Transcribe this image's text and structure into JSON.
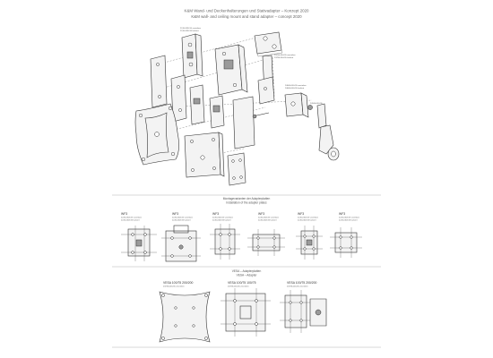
{
  "header": {
    "title_de": "K&M Wand- und Deckenhalterungen und Stativadapter – Konzept 2020",
    "title_en": "K&M wall- and ceiling mount and stand adapter – concept 2020"
  },
  "exploded_callouts": {
    "top_left_1": "22,60-305-55 verzinken",
    "top_left_2": "22,60-305-55 lackiert",
    "top_right_1": "23780-304-55 verzinken",
    "top_right_2": "23780-304-55 lackiert",
    "mid_right_1": "24000-000-55 verzinken",
    "mid_right_2": "24000-000-55 lackiert",
    "adapter": "24160-000-55"
  },
  "adapter_section": {
    "title_de": "Montagevarianten der Adapterplatten",
    "title_en": "Installation of the adapter plates"
  },
  "variants": [
    {
      "name": "WF3",
      "l1": "22,60-304-55 verzinken",
      "l2": "22,60-304-55 lackiert"
    },
    {
      "name": "WF3",
      "l1": "22,60-304-55 verzinken",
      "l2": "22,60-304-55 lackiert"
    },
    {
      "name": "WF3",
      "l1": "22,60-304-55 verzinken",
      "l2": "22,60-304-55 lackiert"
    },
    {
      "name": "WF3",
      "l1": "22,60-304-55 verzinken",
      "l2": "22,60-304-55 lackiert"
    },
    {
      "name": "WF3",
      "l1": "22,60-304-55 verzinken",
      "l2": "22,60-304-55 lackiert"
    },
    {
      "name": "WF3",
      "l1": "22,60-304-55 verzinken",
      "l2": "22,60-304-55 lackiert"
    }
  ],
  "vesa_section": {
    "title_1": "VESA – Adapterplatten",
    "title_2": "VESA – Adapter"
  },
  "vesa_plates": [
    {
      "name": "VESA 100/75 200/200",
      "l1": "23745-000-55 verzinken"
    },
    {
      "name": "VESA 100/75 100/75",
      "l1": "23745-000-55 verzinken"
    },
    {
      "name": "VESA 100/75 200/200",
      "l1": "23745-000-55 verzinken"
    }
  ]
}
